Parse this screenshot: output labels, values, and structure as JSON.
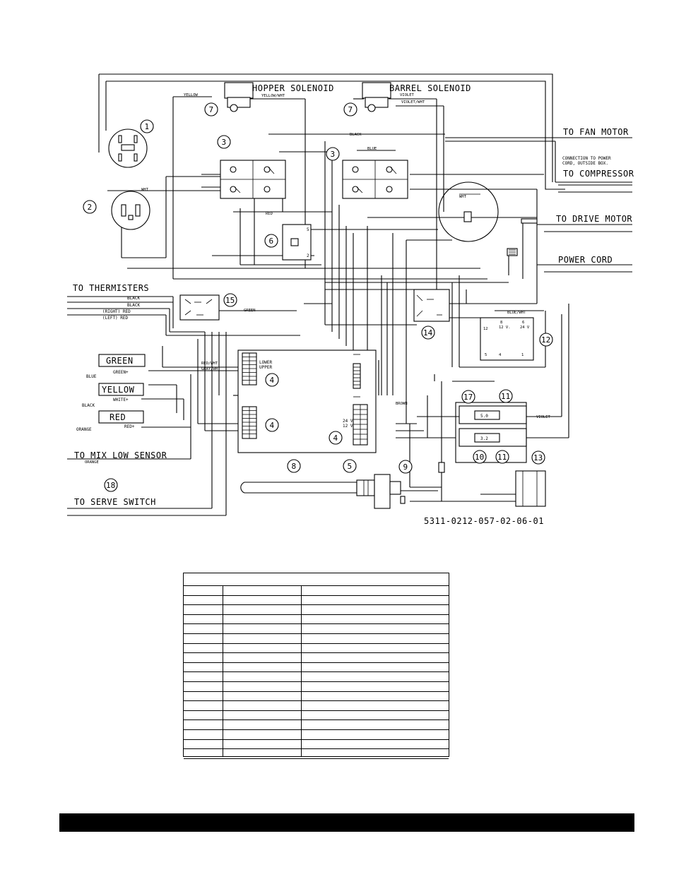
{
  "diagram": {
    "drawing_number": "5311-0212-057-02-06-01",
    "labels": {
      "hopper_solenoid": "HOPPER SOLENOID",
      "barrel_solenoid": "BARREL SOLENOID",
      "to_fan_motor": "TO FAN MOTOR",
      "connection_note_1": "CONNECTION TO POWER",
      "connection_note_2": "CORD, OUTSIDE BOX.",
      "to_compressor": "TO COMPRESSOR",
      "to_drive_motor": "TO DRIVE MOTOR",
      "power_cord": "POWER CORD",
      "to_thermisters": "TO THERMISTERS",
      "to_mix_low_sensor": "TO MIX LOW SENSOR",
      "to_serve_switch": "TO SERVE SWITCH",
      "lower": "LOWER",
      "upper": "UPPER",
      "v24": "24 V",
      "v12": "12 V"
    },
    "indicators": [
      {
        "name": "GREEN",
        "wire": "BLUE",
        "pin": "GREEN+"
      },
      {
        "name": "YELLOW",
        "wire": "BLACK",
        "pin": "WHITE+"
      },
      {
        "name": "RED",
        "wire": "ORANGE",
        "pin": "RED+"
      }
    ],
    "thermister_wires": [
      "BLACK",
      "BLACK",
      "(RIGHT) RED",
      "(LEFT) RED"
    ],
    "wire_labels": {
      "yellow": "YELLOW",
      "yellow_wht": "YELLOW/WHT",
      "violet": "VIOLET",
      "violet_wht": "VIOLET/WHT",
      "black": "BLACK",
      "brown": "BROWN",
      "blue": "BLUE",
      "red": "RED",
      "wht": "WHT",
      "green": "GREEN",
      "orange": "ORANGE",
      "blue_wht": "BLUE/WHT",
      "red_wht": "RED/WHT",
      "gray_wht": "GRAY/WHT"
    },
    "component_callouts": [
      "1",
      "2",
      "3",
      "3",
      "4",
      "4",
      "4",
      "5",
      "6",
      "7",
      "7",
      "8",
      "9",
      "10",
      "11",
      "11",
      "12",
      "13",
      "14",
      "15",
      "17",
      "18"
    ],
    "display_values": [
      "5.0",
      "3.2"
    ],
    "relay_labels": [
      "12",
      "8",
      "12 V.",
      "6",
      "24 V",
      "5",
      "4",
      "1"
    ],
    "thermostat_pins": [
      "5",
      "2"
    ]
  },
  "parts_table": {
    "rows": 19
  }
}
